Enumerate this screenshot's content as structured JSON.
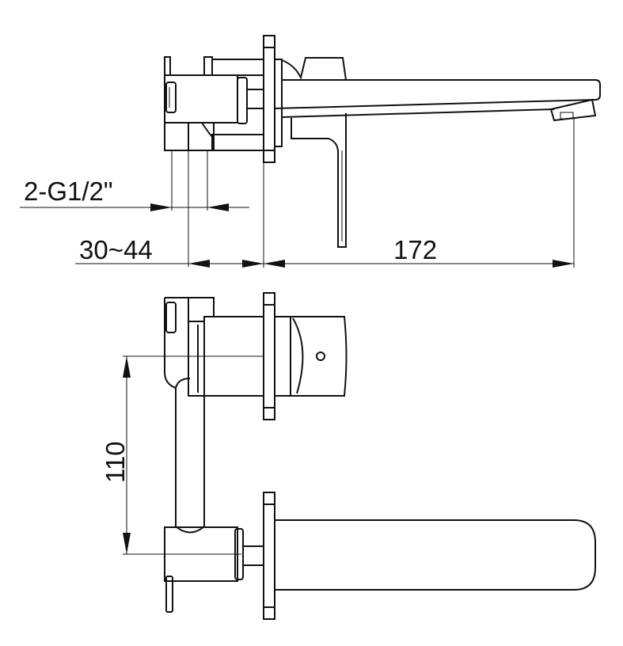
{
  "drawing": {
    "title": "Wall-mounted basin mixer dimension drawing",
    "dimensions": {
      "thread": "2-G1/2\"",
      "wall_depth": "30~44",
      "spout_projection": "172",
      "inlet_spacing": "110"
    },
    "colors": {
      "line": "#111111",
      "background": "#ffffff"
    }
  }
}
